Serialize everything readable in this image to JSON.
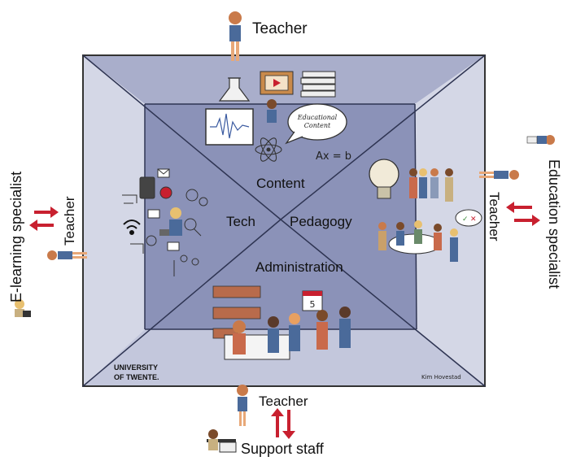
{
  "room": {
    "content": "Content",
    "tech": "Tech",
    "pedagogy": "Pedagogy",
    "administration": "Administration"
  },
  "roles": {
    "top_teacher": "Teacher",
    "bottom_teacher": "Teacher",
    "left_teacher": "Teacher",
    "right_teacher": "Teacher",
    "left_specialist": "E-learning specialist",
    "right_specialist": "Education specialist",
    "bottom_specialist": "Support staff"
  },
  "illustration_text": {
    "speech_bubble": "Educational Content",
    "formula": "Ax = b",
    "calendar": "5"
  },
  "branding": {
    "university_line1": "UNIVERSITY",
    "university_line2": "OF TWENTE.",
    "artist": "Kim Hovestad"
  },
  "colors": {
    "back_wall": "#8b92b8",
    "ceiling": "#a9aecb",
    "floor": "#c3c7dc",
    "side_walls": "#d4d7e6",
    "arrow_red": "#c8202f",
    "figure_blue": "#4a6a9a",
    "figure_skin": "#e8a878"
  }
}
